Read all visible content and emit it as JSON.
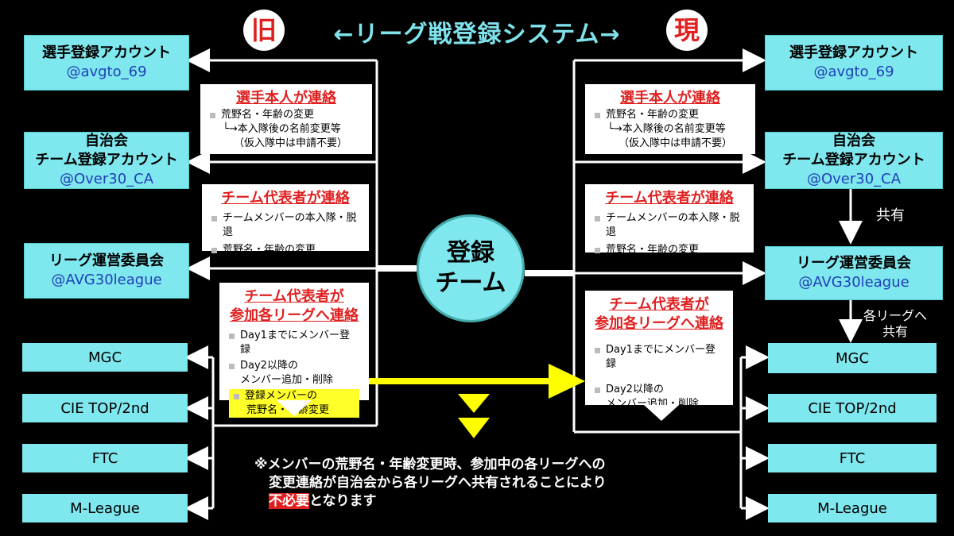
{
  "title": {
    "old_badge": "旧",
    "new_badge": "現",
    "text": "←リーグ戦登録システム→"
  },
  "accounts": {
    "player": {
      "name": "選手登録アカウント",
      "handle": "@avgto_69"
    },
    "team": {
      "line1": "自治会",
      "line2": "チーム登録アカウント",
      "handle": "@Over30_CA"
    },
    "league": {
      "name": "リーグ運営委員会",
      "handle": "@AVG30league"
    }
  },
  "leagues": [
    "MGC",
    "CIE  TOP/2nd",
    "FTC",
    "M-League"
  ],
  "center": {
    "line1": "登録",
    "line2": "チーム"
  },
  "notes": {
    "player": {
      "head": "選手本人が連絡",
      "item1": "荒野名・年齢の変更",
      "item1_sub": "└→本入隊後の名前変更等",
      "item1_sub2": "（仮入隊中は申請不要）"
    },
    "rep": {
      "head": "チーム代表者が連絡",
      "item1": "チームメンバーの本入隊・脱退",
      "item2": "荒野名・年齢の変更"
    },
    "league_old": {
      "head1": "チーム代表者が",
      "head2": "参加各リーグへ連絡",
      "item1": "Day1までにメンバー登録",
      "item2a": "Day2以降の",
      "item2b": "メンバー追加・削除",
      "item3a": "登録メンバーの",
      "item3b": "荒野名・年齢変更"
    },
    "league_new": {
      "head1": "チーム代表者が",
      "head2": "参加各リーグへ連絡",
      "item1": "Day1までにメンバー登録",
      "item2a": "Day2以降の",
      "item2b": "メンバー追加・削除"
    }
  },
  "labels": {
    "share": "共有",
    "share_each1": "各リーグへ",
    "share_each2": "共有"
  },
  "footer": {
    "line1": "※メンバーの荒野名・年齢変更時、参加中の各リーグへの",
    "line2": "変更連絡が自治会から各リーグへ共有されることにより",
    "red": "不必要",
    "line3_rest": "となります"
  },
  "colors": {
    "accent": "#7fe7ee",
    "alert": "#e02020",
    "highlight": "#ffff2a"
  }
}
